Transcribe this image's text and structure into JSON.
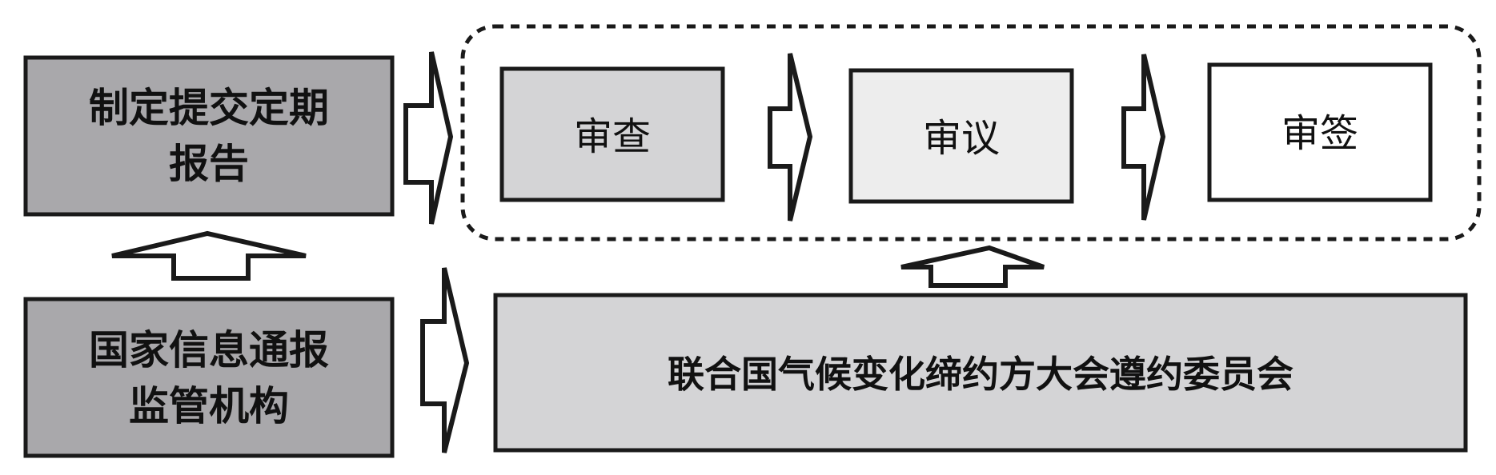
{
  "boxes": {
    "report_rule": {
      "lines": [
        "制定提交定期",
        "报告"
      ],
      "fill": "#a9a8ab"
    },
    "supervisor": {
      "lines": [
        "国家信息通报",
        "监管机构"
      ],
      "fill": "#a9a8ab"
    },
    "review": {
      "label": "审查",
      "fill": "#d4d4d6"
    },
    "deliberate": {
      "label": "审议",
      "fill": "#ededed"
    },
    "sign": {
      "label": "审签",
      "fill": "#ffffff"
    },
    "committee": {
      "label": "联合国气候变化缔约方大会遵约委员会",
      "fill": "#d4d4d6"
    }
  },
  "colors": {
    "stroke": "#1a1a1a",
    "background": "#ffffff"
  }
}
